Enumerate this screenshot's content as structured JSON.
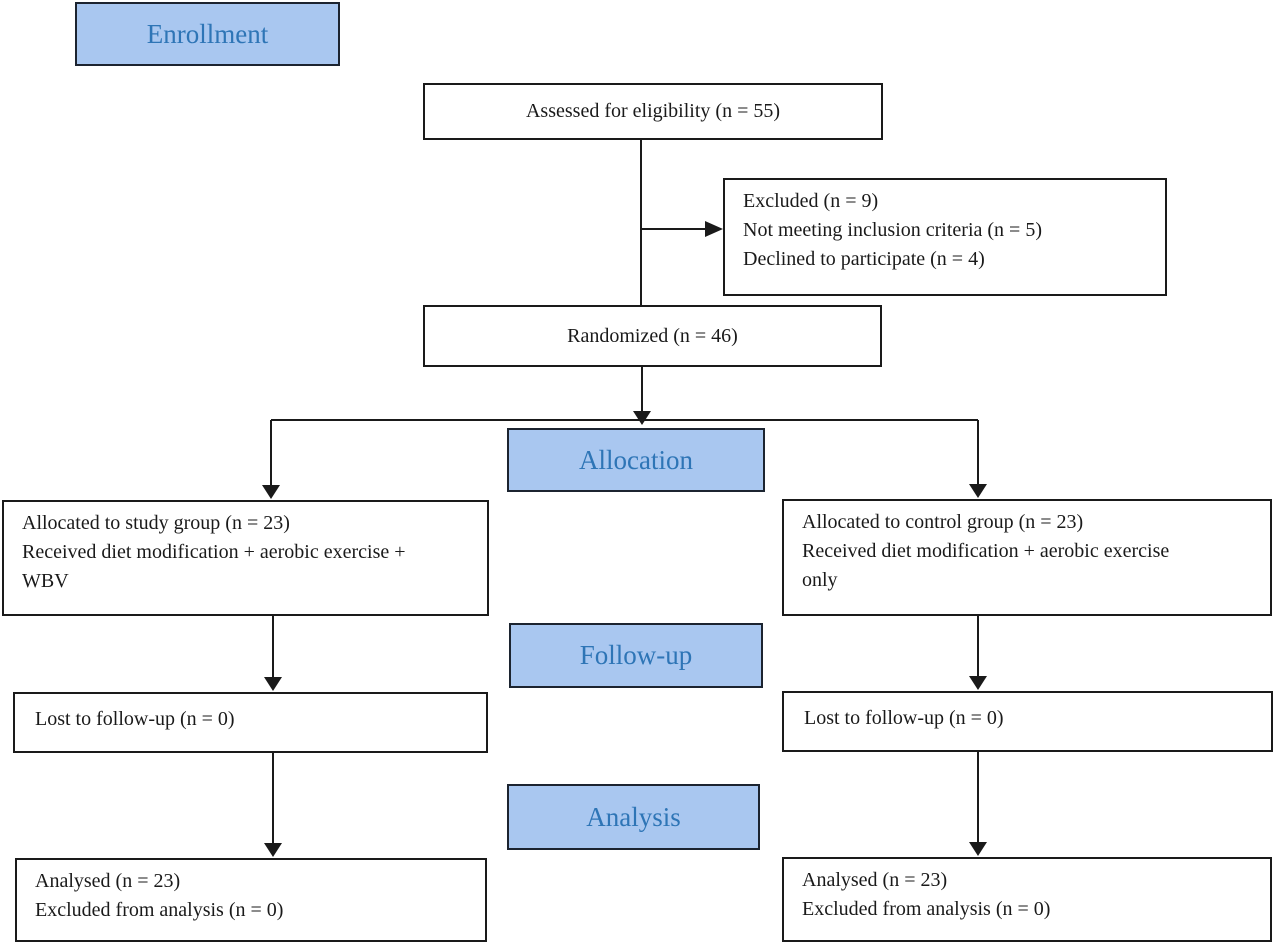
{
  "stages": {
    "enrollment": "Enrollment",
    "allocation": "Allocation",
    "followup": "Follow-up",
    "analysis": "Analysis"
  },
  "boxes": {
    "assessed": "Assessed for eligibility (n = 55)",
    "excluded": "Excluded (n = 9)\nNot meeting inclusion criteria (n = 5)\nDeclined to participate (n = 4)",
    "randomized": "Randomized (n = 46)",
    "study_group": "Allocated to study group (n = 23)\nReceived diet modification + aerobic exercise +\nWBV",
    "control_group": "Allocated to control group (n = 23)\nReceived diet modification + aerobic exercise\nonly",
    "lost_left": "Lost to follow-up (n = 0)",
    "lost_right": "Lost to follow-up (n = 0)",
    "analysed_left": "Analysed (n = 23)\nExcluded from analysis (n = 0)",
    "analysed_right": "Analysed (n = 23)\nExcluded from analysis (n = 0)"
  },
  "colors": {
    "stage_fill": "#a9c7f0",
    "stage_text": "#2e75b6",
    "box_border": "#1a1a1a",
    "box_text": "#1a1a1a",
    "line": "#1a1a1a",
    "background": "#ffffff"
  }
}
